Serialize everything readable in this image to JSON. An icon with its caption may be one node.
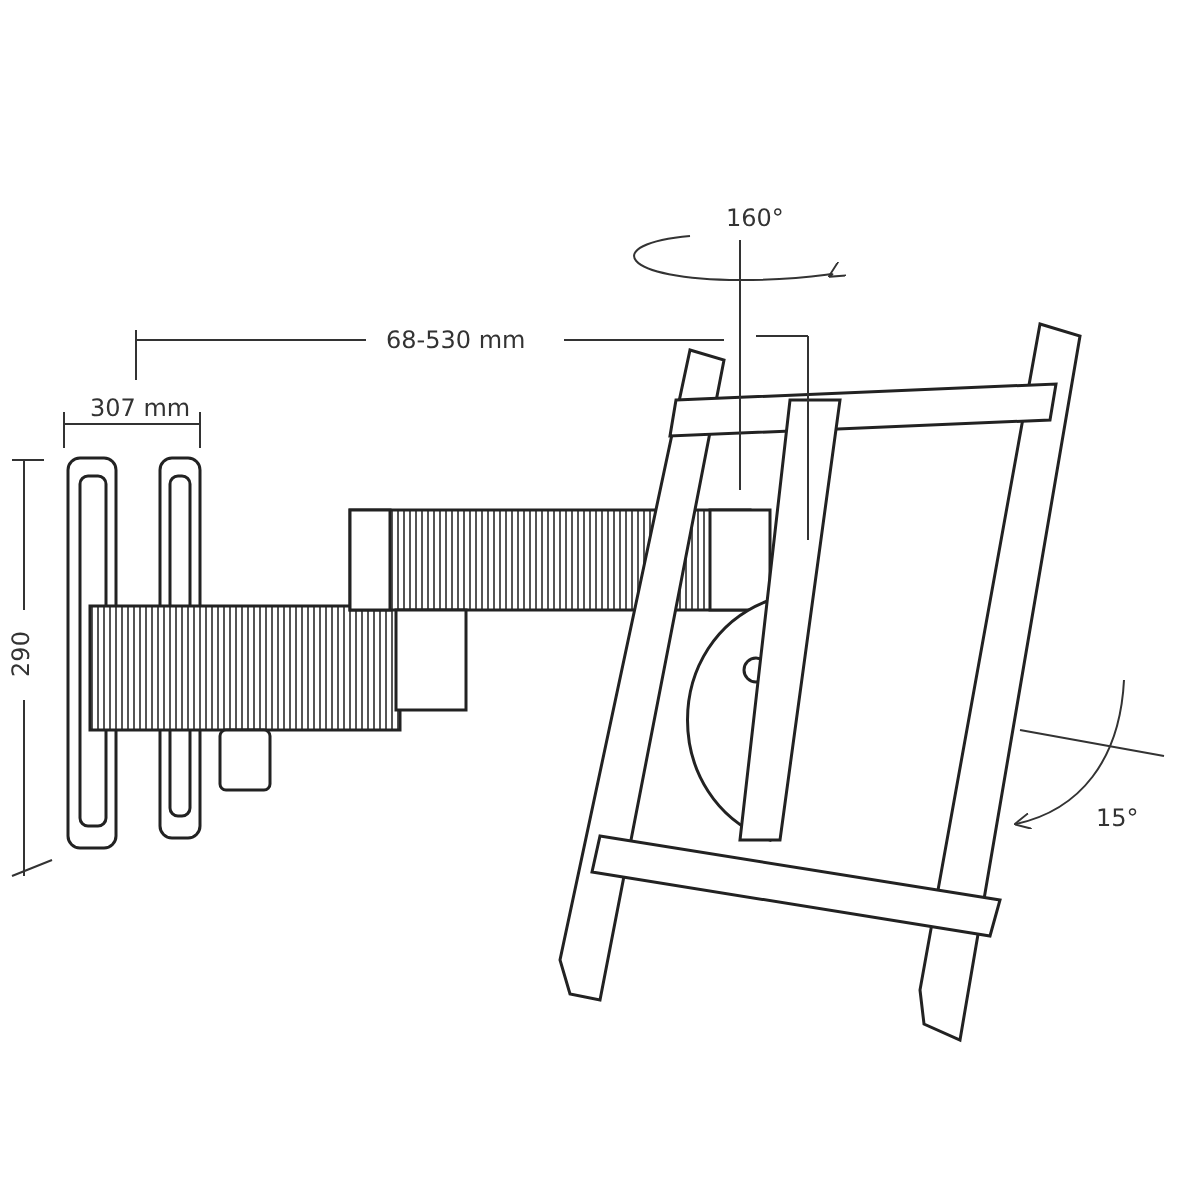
{
  "diagram": {
    "labels": [
      "160°",
      "68-530 mm",
      "307 mm",
      "290",
      "15°"
    ]
  }
}
